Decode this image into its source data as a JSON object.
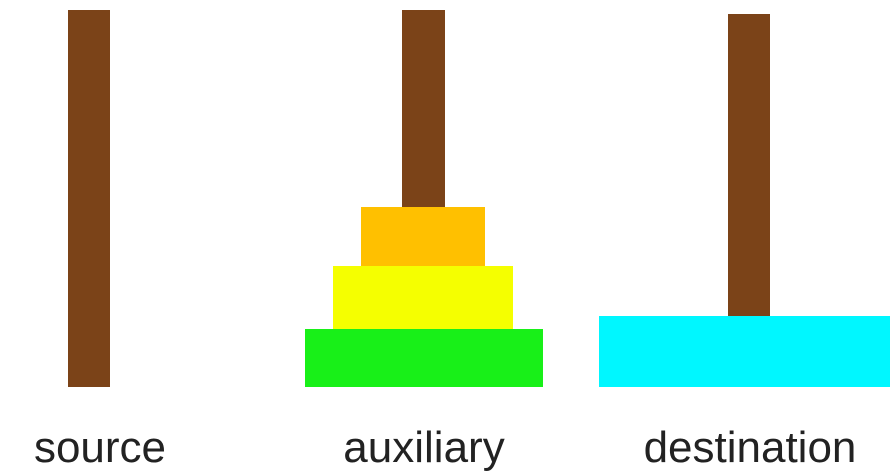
{
  "pegs": [
    {
      "label": "source",
      "disks": []
    },
    {
      "label": "auxiliary",
      "disks": [
        "small",
        "medium",
        "large"
      ]
    },
    {
      "label": "destination",
      "disks": [
        "largest"
      ]
    }
  ],
  "colors": {
    "rod": "#7b4318",
    "disk_small": "#ffc000",
    "disk_medium": "#f5ff00",
    "disk_large": "#18f018",
    "disk_largest": "#00f7ff"
  }
}
